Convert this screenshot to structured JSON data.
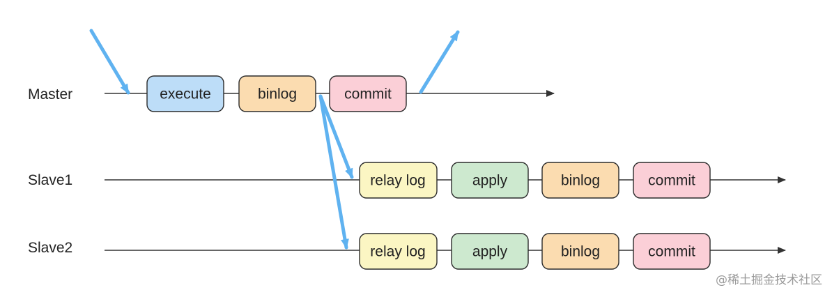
{
  "lanes": {
    "master": {
      "label": "Master",
      "steps": [
        "execute",
        "binlog",
        "commit"
      ]
    },
    "slave1": {
      "label": "Slave1",
      "steps": [
        "relay log",
        "apply",
        "binlog",
        "commit"
      ]
    },
    "slave2": {
      "label": "Slave2",
      "steps": [
        "relay log",
        "apply",
        "binlog",
        "commit"
      ]
    }
  },
  "colors": {
    "execute": "#bdddf8",
    "binlog": "#fbdcb0",
    "commit": "#fbcfd7",
    "relay log": "#fbf6c3",
    "apply": "#cde9cf",
    "stroke": "#2b2b2b",
    "line": "#333333",
    "arrow_blue": "#5fb2f0"
  },
  "watermark": "@稀土掘金技术社区"
}
